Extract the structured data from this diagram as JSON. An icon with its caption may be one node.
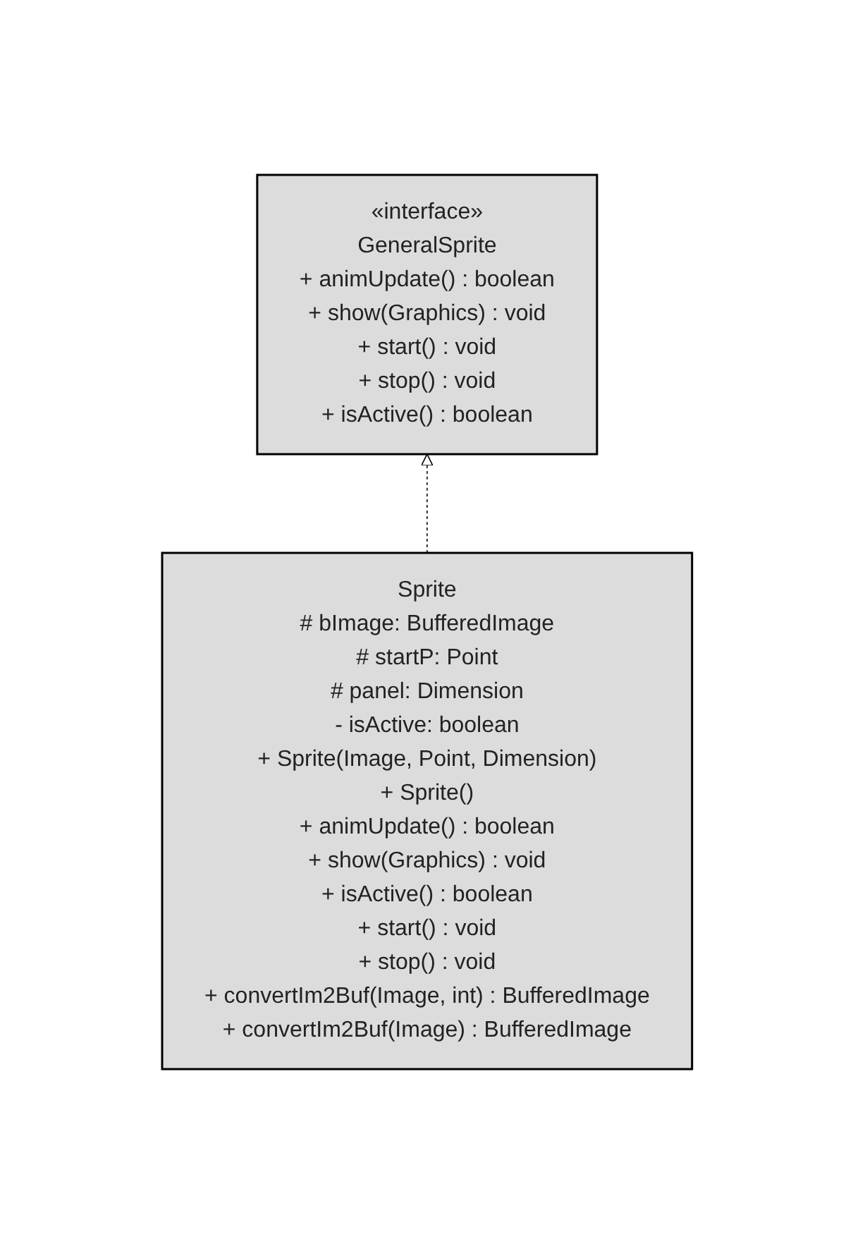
{
  "diagram": {
    "nodes": [
      {
        "text": [
          "«interface»",
          "GeneralSprite",
          "+ animUpdate() : boolean",
          "+ show(Graphics) : void",
          "+ start() : void",
          "+ stop() : void",
          "+ isActive() : boolean"
        ]
      },
      {
        "text": [
          "Sprite",
          "# bImage: BufferedImage",
          "# startP: Point",
          "# panel: Dimension",
          "- isActive: boolean",
          "+ Sprite(Image, Point, Dimension)",
          "+ Sprite()",
          "+ animUpdate() : boolean",
          "+ show(Graphics) : void",
          "+ isActive() : boolean",
          "+ start() : void",
          "+ stop() : void",
          "+ convertIm2Buf(Image, int) : BufferedImage",
          "+ convertIm2Buf(Image) : BufferedImage"
        ]
      }
    ],
    "edges": [
      {
        "from": 1,
        "to": 0,
        "arrow": "to",
        "style": "dashed"
      }
    ]
  }
}
